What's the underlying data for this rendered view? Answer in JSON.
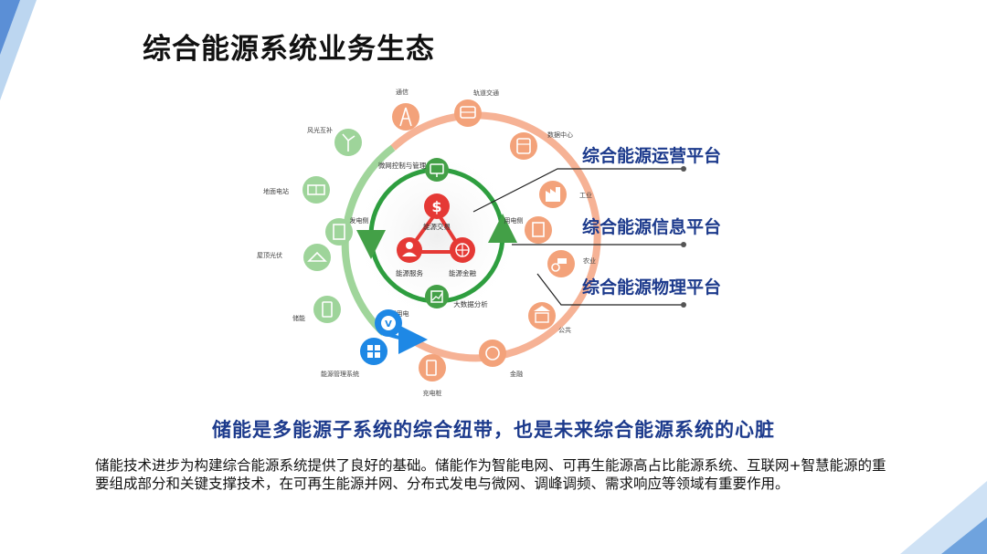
{
  "title": "综合能源系统业务生态",
  "platforms": {
    "operation": "综合能源运营平台",
    "information": "综合能源信息平台",
    "physical": "综合能源物理平台"
  },
  "inner": {
    "center_trade": "能源交易",
    "center_service": "能源服务",
    "center_finance": "能源金融",
    "ring_top": "微网控制与管理",
    "ring_bottom": "大数据分析",
    "left_arrow": "发电侧",
    "right_arrow": "用电侧",
    "bottom_arrow": "配用电"
  },
  "outer_nodes": {
    "telecom": "通信",
    "transit": "轨道交通",
    "datacenter": "数据中心",
    "industry": "工业",
    "agriculture": "农业",
    "public": "公共",
    "finance": "金融",
    "charging": "充电桩",
    "ems": "能源管理系统",
    "storage": "储能",
    "pv": "屋顶光伏",
    "grid": "地面电站",
    "windpv": "风光互补"
  },
  "subtitle": "储能是多能源子系统的综合纽带，也是未来综合能源系统的心脏",
  "paragraph": "储能技术进步为构建综合能源系统提供了良好的基础。储能作为智能电网、可再生能源高占比能源系统、互联网+智慧能源的重要组成部分和关键支撑技术，在可再生能源并网、分布式发电与微网、调峰调频、需求响应等领域有重要作用。",
  "colors": {
    "green": "#43a047",
    "orange": "#f08a5d",
    "red": "#e53935",
    "blue": "#1e88e5",
    "navy": "#1c3a8c"
  }
}
